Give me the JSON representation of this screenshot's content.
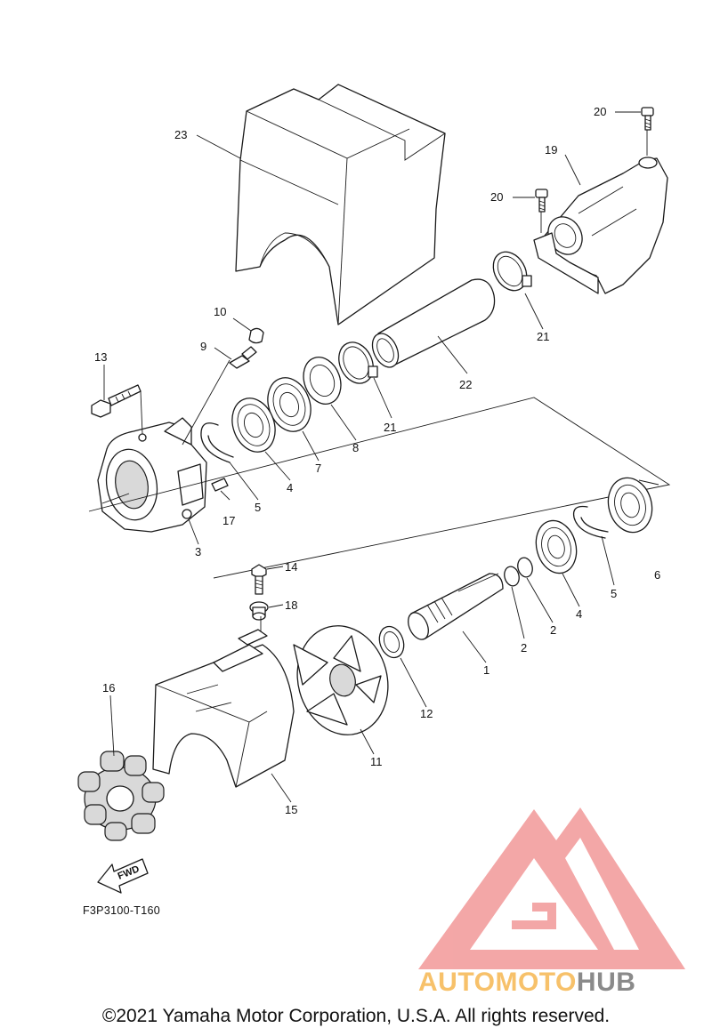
{
  "callouts": [
    {
      "n": "1"
    },
    {
      "n": "2"
    },
    {
      "n": "2"
    },
    {
      "n": "3"
    },
    {
      "n": "4"
    },
    {
      "n": "4"
    },
    {
      "n": "5"
    },
    {
      "n": "5"
    },
    {
      "n": "6"
    },
    {
      "n": "7"
    },
    {
      "n": "8"
    },
    {
      "n": "9"
    },
    {
      "n": "10"
    },
    {
      "n": "11"
    },
    {
      "n": "12"
    },
    {
      "n": "13"
    },
    {
      "n": "14"
    },
    {
      "n": "15"
    },
    {
      "n": "16"
    },
    {
      "n": "17"
    },
    {
      "n": "18"
    },
    {
      "n": "19"
    },
    {
      "n": "20"
    },
    {
      "n": "20"
    },
    {
      "n": "21"
    },
    {
      "n": "21"
    },
    {
      "n": "22"
    },
    {
      "n": "23"
    }
  ],
  "fwd_label": "FWD",
  "diagram_code": "F3P3100-T160",
  "copyright": "©2021 Yamaha Motor Corporation, U.S.A. All rights reserved.",
  "watermark": {
    "word_part_a": "AUTOMOTO",
    "word_part_b": "HUB",
    "color_primary": "#f08a8a",
    "color_accent": "#f7c16a",
    "color_secondary": "#8a8a8a"
  }
}
